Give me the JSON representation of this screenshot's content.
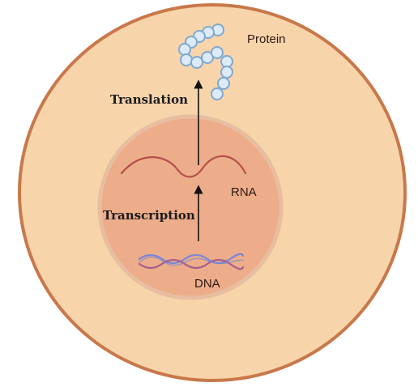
{
  "labels": {
    "protein": "Protein",
    "translation": "Translation",
    "rna": "RNA",
    "transcription": "Transcription",
    "dna": "DNA"
  },
  "colors": {
    "cell_fill": "#f8d4ab",
    "cell_outline": "#c8784a",
    "nucleus_fill": "#edad8a",
    "nucleus_ring": "#e8bea0",
    "rna_strand": "#b5504a",
    "dna_strand_a": "#7b86d4",
    "dna_strand_b": "#a65e8c",
    "protein_bead_fill": "#dcebf7",
    "protein_bead_stroke": "#7fa8d1",
    "arrow": "#111111"
  }
}
